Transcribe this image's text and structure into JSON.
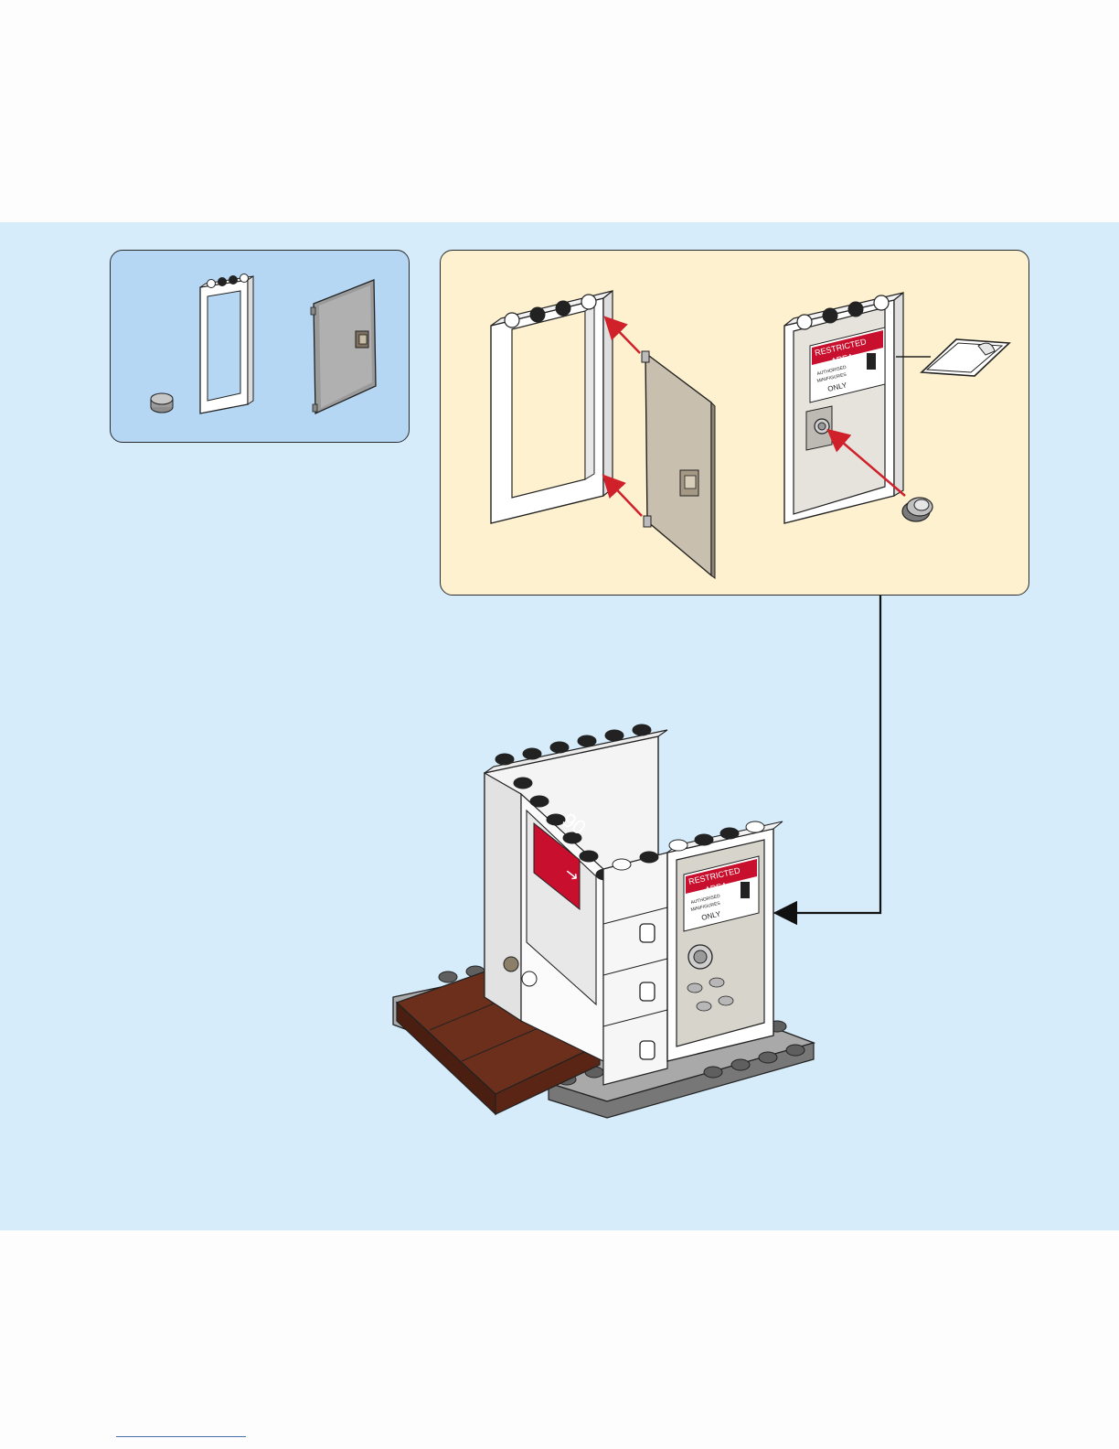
{
  "sticker": {
    "headline_1": "RESTRICTED",
    "headline_2": "AREA",
    "line_1": "AUTHORISED",
    "line_2": "MINIFIGURES",
    "line_3": "ONLY"
  },
  "wall_sign": {
    "number": "90"
  },
  "colors": {
    "background_band": "#d6ecfa",
    "parts_panel": "#b6d7f3",
    "step_panel": "#fdf1cf",
    "arrow_red": "#d0202a",
    "sticker_red": "#c8102e",
    "wood_brown": "#6b2f1c",
    "plate_gray": "#a9a9a9"
  },
  "icons": [
    "round-brick-1x1",
    "door-frame",
    "door-panel",
    "sticker-sheet",
    "arrow-right"
  ]
}
